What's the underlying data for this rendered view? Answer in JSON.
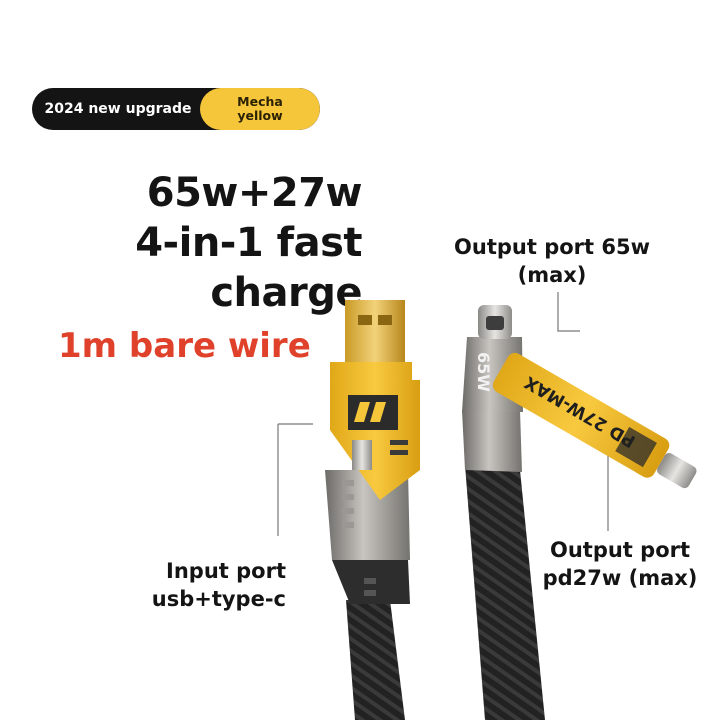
{
  "badge": {
    "left_text": "2024 new upgrade",
    "right_line1": "Mecha",
    "right_line2": "yellow"
  },
  "headline": {
    "line1": "65w+27w",
    "line2": "4-in-1 fast",
    "line3": "charge"
  },
  "bare_wire": "1m bare wire",
  "labels": {
    "output65": {
      "line1": "Output port 65w",
      "line2": "(max)"
    },
    "output27": {
      "line1": "Output port",
      "line2": "pd27w (max)"
    },
    "input": {
      "line1": "Input port",
      "line2": "usb+type-c"
    }
  },
  "cable_marks": {
    "left_connector": "65W",
    "right_connector": "PD 27W-MAX"
  },
  "colors": {
    "accent_yellow": "#f6c63a",
    "badge_black": "#141414",
    "bare_wire_red": "#e0412b"
  }
}
